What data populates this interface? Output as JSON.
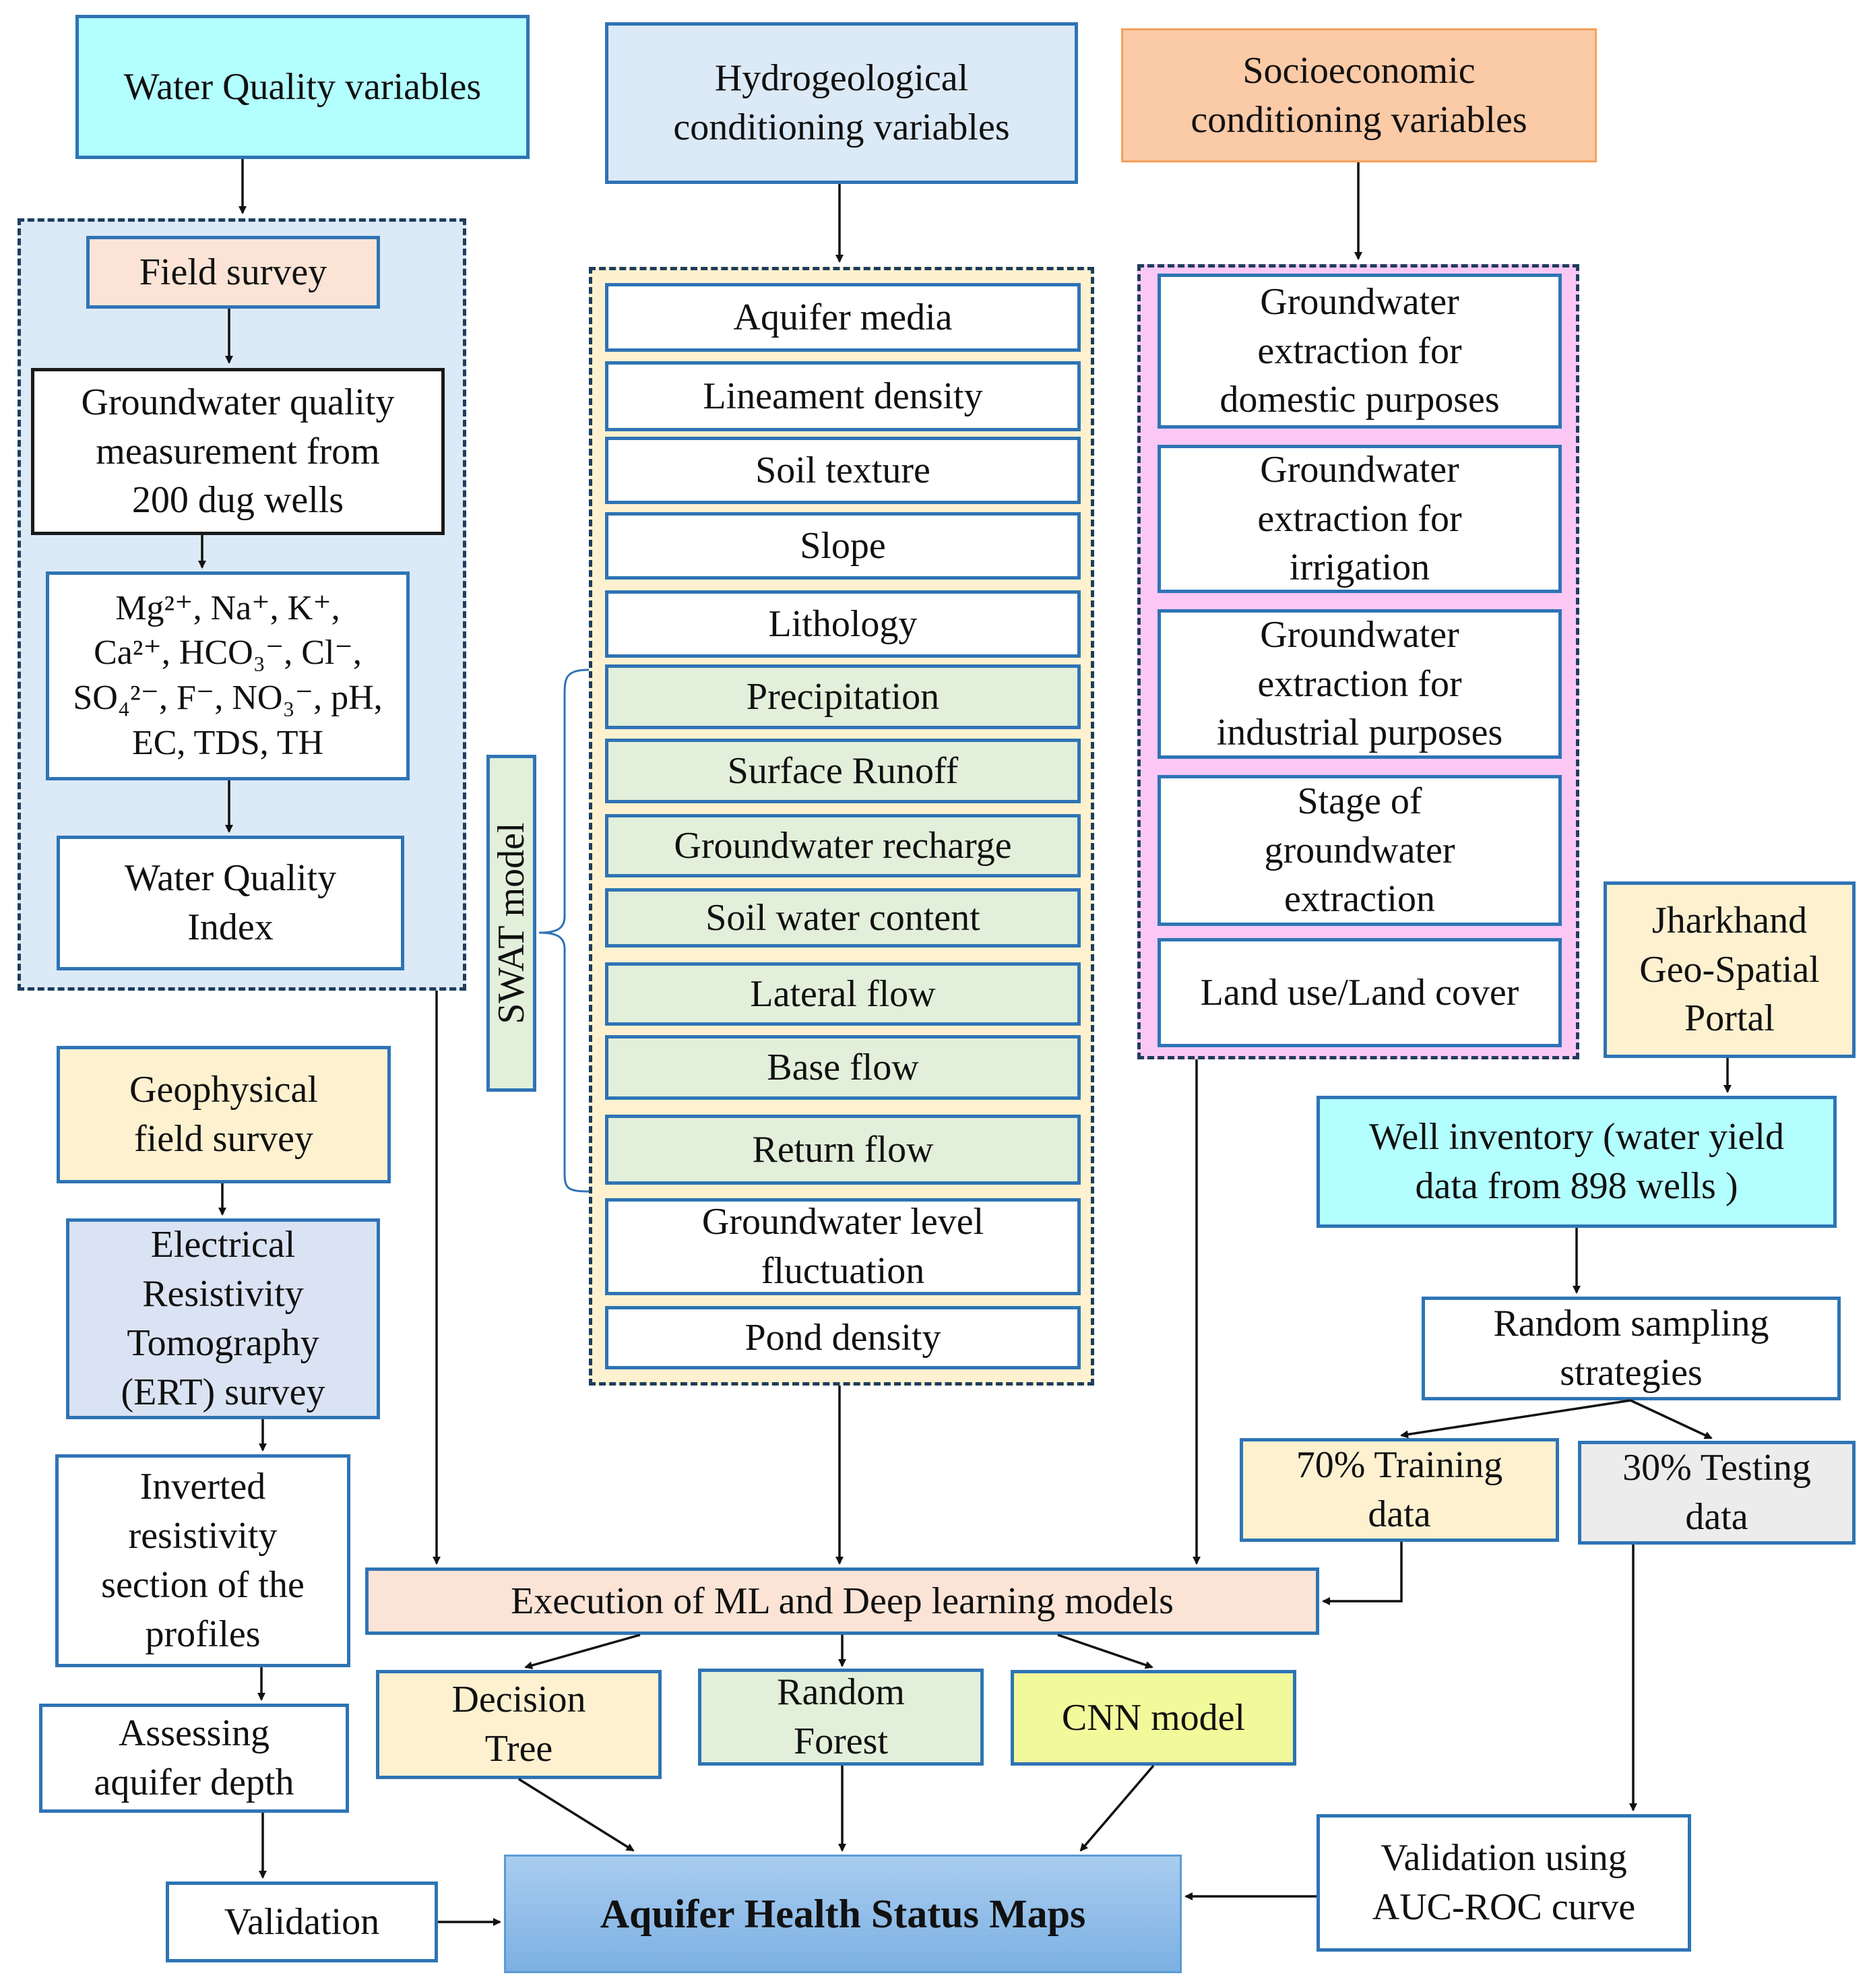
{
  "colors": {
    "cyan": "#b3fefe",
    "light_blue": "#dce9f6",
    "orange": "#fbcaa6",
    "peach": "#fbe4d6",
    "light_yellow": "#fdf1d0",
    "pink": "#fbc8f6",
    "green": "#e2efda",
    "lavender_blue": "#dae3f3",
    "grey": "#ececec",
    "lime": "#f1fa9b",
    "deep_blue_gradient": "#8fbbe6",
    "border_blue": "#2e74b5",
    "dashed_border": "#1f3d5c"
  },
  "headers": {
    "water_quality": "Water Quality variables",
    "hydrogeological": [
      "Hydrogeological",
      "conditioning variables"
    ],
    "socioeconomic": [
      "Socioeconomic",
      "conditioning variables"
    ]
  },
  "water_quality_branch": {
    "field_survey": "Field survey",
    "measurement": [
      "Groundwater quality",
      "measurement from",
      "200 dug wells"
    ],
    "parameters": [
      "Mg²⁺, Na⁺, K⁺,",
      "Ca²⁺, HCO₃⁻, Cl⁻,",
      "SO₄²⁻, F⁻, NO₃⁻, pH,",
      "EC, TDS, TH"
    ],
    "wqi": [
      "Water Quality",
      "Index"
    ]
  },
  "hydro_variables": [
    {
      "label": [
        "Aquifer media"
      ],
      "swat": false
    },
    {
      "label": [
        "Lineament density"
      ],
      "swat": false
    },
    {
      "label": [
        "Soil texture"
      ],
      "swat": false
    },
    {
      "label": [
        "Slope"
      ],
      "swat": false
    },
    {
      "label": [
        "Lithology"
      ],
      "swat": false
    },
    {
      "label": [
        "Precipitation"
      ],
      "swat": true
    },
    {
      "label": [
        "Surface Runoff"
      ],
      "swat": true
    },
    {
      "label": [
        "Groundwater recharge"
      ],
      "swat": true
    },
    {
      "label": [
        "Soil water content"
      ],
      "swat": true
    },
    {
      "label": [
        "Lateral flow"
      ],
      "swat": true
    },
    {
      "label": [
        "Base flow"
      ],
      "swat": true
    },
    {
      "label": [
        "Return flow"
      ],
      "swat": true
    },
    {
      "label": [
        "Groundwater level",
        "fluctuation"
      ],
      "swat": false
    },
    {
      "label": [
        "Pond density"
      ],
      "swat": false
    }
  ],
  "swat_label": "SWAT model",
  "socio_variables": [
    [
      "Groundwater",
      "extraction for",
      "domestic purposes"
    ],
    [
      "Groundwater",
      "extraction for",
      "irrigation"
    ],
    [
      "Groundwater",
      "extraction for",
      "industrial purposes"
    ],
    [
      "Stage of",
      "groundwater",
      "extraction"
    ],
    [
      "Land use/Land cover"
    ]
  ],
  "geophysics_branch": {
    "geophysical_survey": [
      "Geophysical",
      "field survey"
    ],
    "ert": [
      "Electrical",
      "Resistivity",
      "Tomography",
      "(ERT) survey"
    ],
    "inverted": [
      "Inverted",
      "resistivity",
      "section of the",
      "profiles"
    ],
    "aquifer_depth": [
      "Assessing",
      "aquifer depth"
    ],
    "validation": "Validation"
  },
  "well_branch": {
    "portal": [
      "Jharkhand",
      "Geo-Spatial",
      "Portal"
    ],
    "inventory": [
      "Well inventory (water yield",
      "data from 898 wells )"
    ],
    "sampling": [
      "Random sampling",
      "strategies"
    ],
    "training": [
      "70% Training",
      "data"
    ],
    "testing": [
      "30% Testing",
      "data"
    ],
    "auc": [
      "Validation using",
      "AUC-ROC curve"
    ]
  },
  "models": {
    "execution": "Execution of ML and Deep learning models",
    "decision_tree": [
      "Decision",
      "Tree"
    ],
    "random_forest": [
      "Random",
      "Forest"
    ],
    "cnn": "CNN model"
  },
  "output": "Aquifer Health Status Maps"
}
